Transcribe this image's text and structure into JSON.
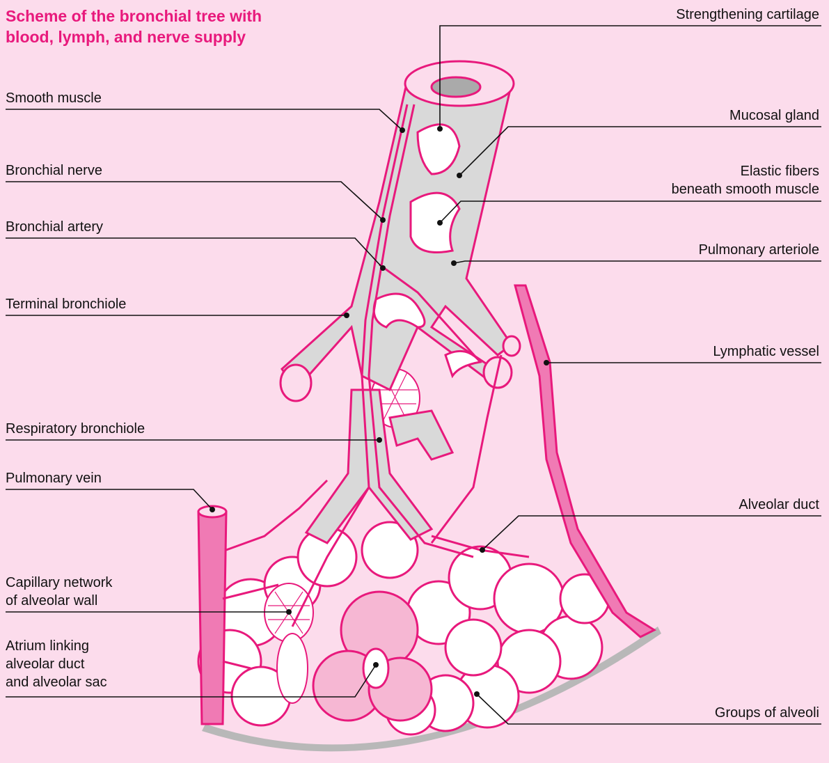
{
  "title": {
    "line1": "Scheme of the bronchial tree with",
    "line2": "blood, lymph, and nerve supply"
  },
  "labels": {
    "smooth_muscle": "Smooth muscle",
    "bronchial_nerve": "Bronchial nerve",
    "bronchial_artery": "Bronchial artery",
    "terminal_bronchiole": "Terminal bronchiole",
    "respiratory_bronchiole": "Respiratory bronchiole",
    "pulmonary_vein": "Pulmonary vein",
    "capillary_network": [
      "Capillary network",
      "of alveolar wall"
    ],
    "atrium": [
      "Atrium linking",
      "alveolar duct",
      "and alveolar sac"
    ],
    "strengthening_cartilage": "Strengthening cartilage",
    "mucosal_gland": "Mucosal gland",
    "elastic_fibers": [
      "Elastic fibers",
      "beneath smooth muscle"
    ],
    "pulmonary_arteriole": "Pulmonary arteriole",
    "lymphatic_vessel": "Lymphatic vessel",
    "alveolar_duct": "Alveolar duct",
    "groups_of_alveoli": "Groups of alveoli"
  },
  "colors": {
    "background": "#fcdcec",
    "accent": "#e8197c",
    "airway_fill": "#d9d9d9",
    "vessel_fill": "#f07ab4"
  }
}
